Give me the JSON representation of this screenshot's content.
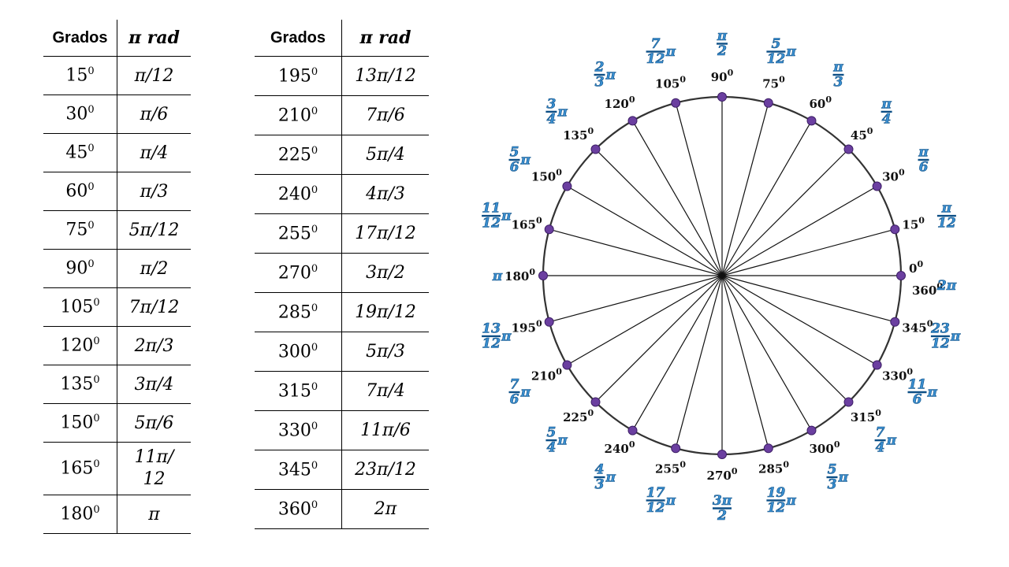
{
  "table_left": {
    "header_degrees": "Grados",
    "header_radians": "π rad",
    "rows": [
      {
        "deg": "15",
        "rad": "π/12"
      },
      {
        "deg": "30",
        "rad": "π/6"
      },
      {
        "deg": "45",
        "rad": "π/4"
      },
      {
        "deg": "60",
        "rad": "π/3"
      },
      {
        "deg": "75",
        "rad": "5π/12"
      },
      {
        "deg": "90",
        "rad": "π/2"
      },
      {
        "deg": "105",
        "rad": "7π/12"
      },
      {
        "deg": "120",
        "rad": "2π/3"
      },
      {
        "deg": "135",
        "rad": "3π/4"
      },
      {
        "deg": "150",
        "rad": "5π/6"
      },
      {
        "deg": "165",
        "rad": "11π/",
        "rad_line2": "12"
      },
      {
        "deg": "180",
        "rad": "π"
      }
    ]
  },
  "table_right": {
    "header_degrees": "Grados",
    "header_radians": "π rad",
    "rows": [
      {
        "deg": "195",
        "rad": "13π/12"
      },
      {
        "deg": "210",
        "rad": "7π/6"
      },
      {
        "deg": "225",
        "rad": "5π/4"
      },
      {
        "deg": "240",
        "rad": "4π/3"
      },
      {
        "deg": "255",
        "rad": "17π/12"
      },
      {
        "deg": "270",
        "rad": "3π/2"
      },
      {
        "deg": "285",
        "rad": "19π/12"
      },
      {
        "deg": "300",
        "rad": "5π/3"
      },
      {
        "deg": "315",
        "rad": "7π/4"
      },
      {
        "deg": "330",
        "rad": "11π/6"
      },
      {
        "deg": "345",
        "rad": "23π/12"
      },
      {
        "deg": "360",
        "rad": "2π"
      }
    ]
  },
  "degree_superscript": "0",
  "unit_circle": {
    "angles": [
      0,
      15,
      30,
      45,
      60,
      75,
      90,
      105,
      120,
      135,
      150,
      165,
      180,
      195,
      210,
      225,
      240,
      255,
      270,
      285,
      300,
      315,
      330,
      345
    ],
    "degree_labels": [
      "0",
      "15",
      "30",
      "45",
      "60",
      "75",
      "90",
      "105",
      "120",
      "135",
      "150",
      "165",
      "180",
      "195",
      "210",
      "225",
      "240",
      "255",
      "270",
      "285",
      "300",
      "315",
      "330",
      "345"
    ],
    "extra_degree_label": "360",
    "radian_labels": [
      {
        "angle": 0,
        "num": "2π",
        "den": ""
      },
      {
        "angle": 15,
        "num": "π",
        "den": "12"
      },
      {
        "angle": 30,
        "num": "π",
        "den": "6"
      },
      {
        "angle": 45,
        "num": "π",
        "den": "4"
      },
      {
        "angle": 60,
        "num": "π",
        "den": "3"
      },
      {
        "angle": 75,
        "num": "5",
        "den": "12",
        "suffix": "π"
      },
      {
        "angle": 90,
        "num": "π",
        "den": "2"
      },
      {
        "angle": 105,
        "num": "7",
        "den": "12",
        "suffix": "π"
      },
      {
        "angle": 120,
        "num": "2",
        "den": "3",
        "suffix": "π"
      },
      {
        "angle": 135,
        "num": "3",
        "den": "4",
        "suffix": "π"
      },
      {
        "angle": 150,
        "num": "5",
        "den": "6",
        "suffix": "π"
      },
      {
        "angle": 165,
        "num": "11",
        "den": "12",
        "suffix": "π"
      },
      {
        "angle": 180,
        "num": "π",
        "den": ""
      },
      {
        "angle": 195,
        "num": "13",
        "den": "12",
        "suffix": "π"
      },
      {
        "angle": 210,
        "num": "7",
        "den": "6",
        "suffix": "π"
      },
      {
        "angle": 225,
        "num": "5",
        "den": "4",
        "suffix": "π"
      },
      {
        "angle": 240,
        "num": "4",
        "den": "3",
        "suffix": "π"
      },
      {
        "angle": 255,
        "num": "17",
        "den": "12",
        "suffix": "π"
      },
      {
        "angle": 270,
        "num": "3π",
        "den": "2"
      },
      {
        "angle": 285,
        "num": "19",
        "den": "12",
        "suffix": "π"
      },
      {
        "angle": 300,
        "num": "5",
        "den": "3",
        "suffix": "π"
      },
      {
        "angle": 315,
        "num": "7",
        "den": "4",
        "suffix": "π"
      },
      {
        "angle": 330,
        "num": "11",
        "den": "6",
        "suffix": "π"
      },
      {
        "angle": 345,
        "num": "23",
        "den": "12",
        "suffix": "π"
      }
    ],
    "colors": {
      "circle": "#333333",
      "spoke": "#111111",
      "point_fill": "#6b3fa0",
      "point_stroke": "#3d1f66",
      "radian_fill": "#3a8fd0",
      "radian_stroke": "#0d4f86"
    }
  }
}
